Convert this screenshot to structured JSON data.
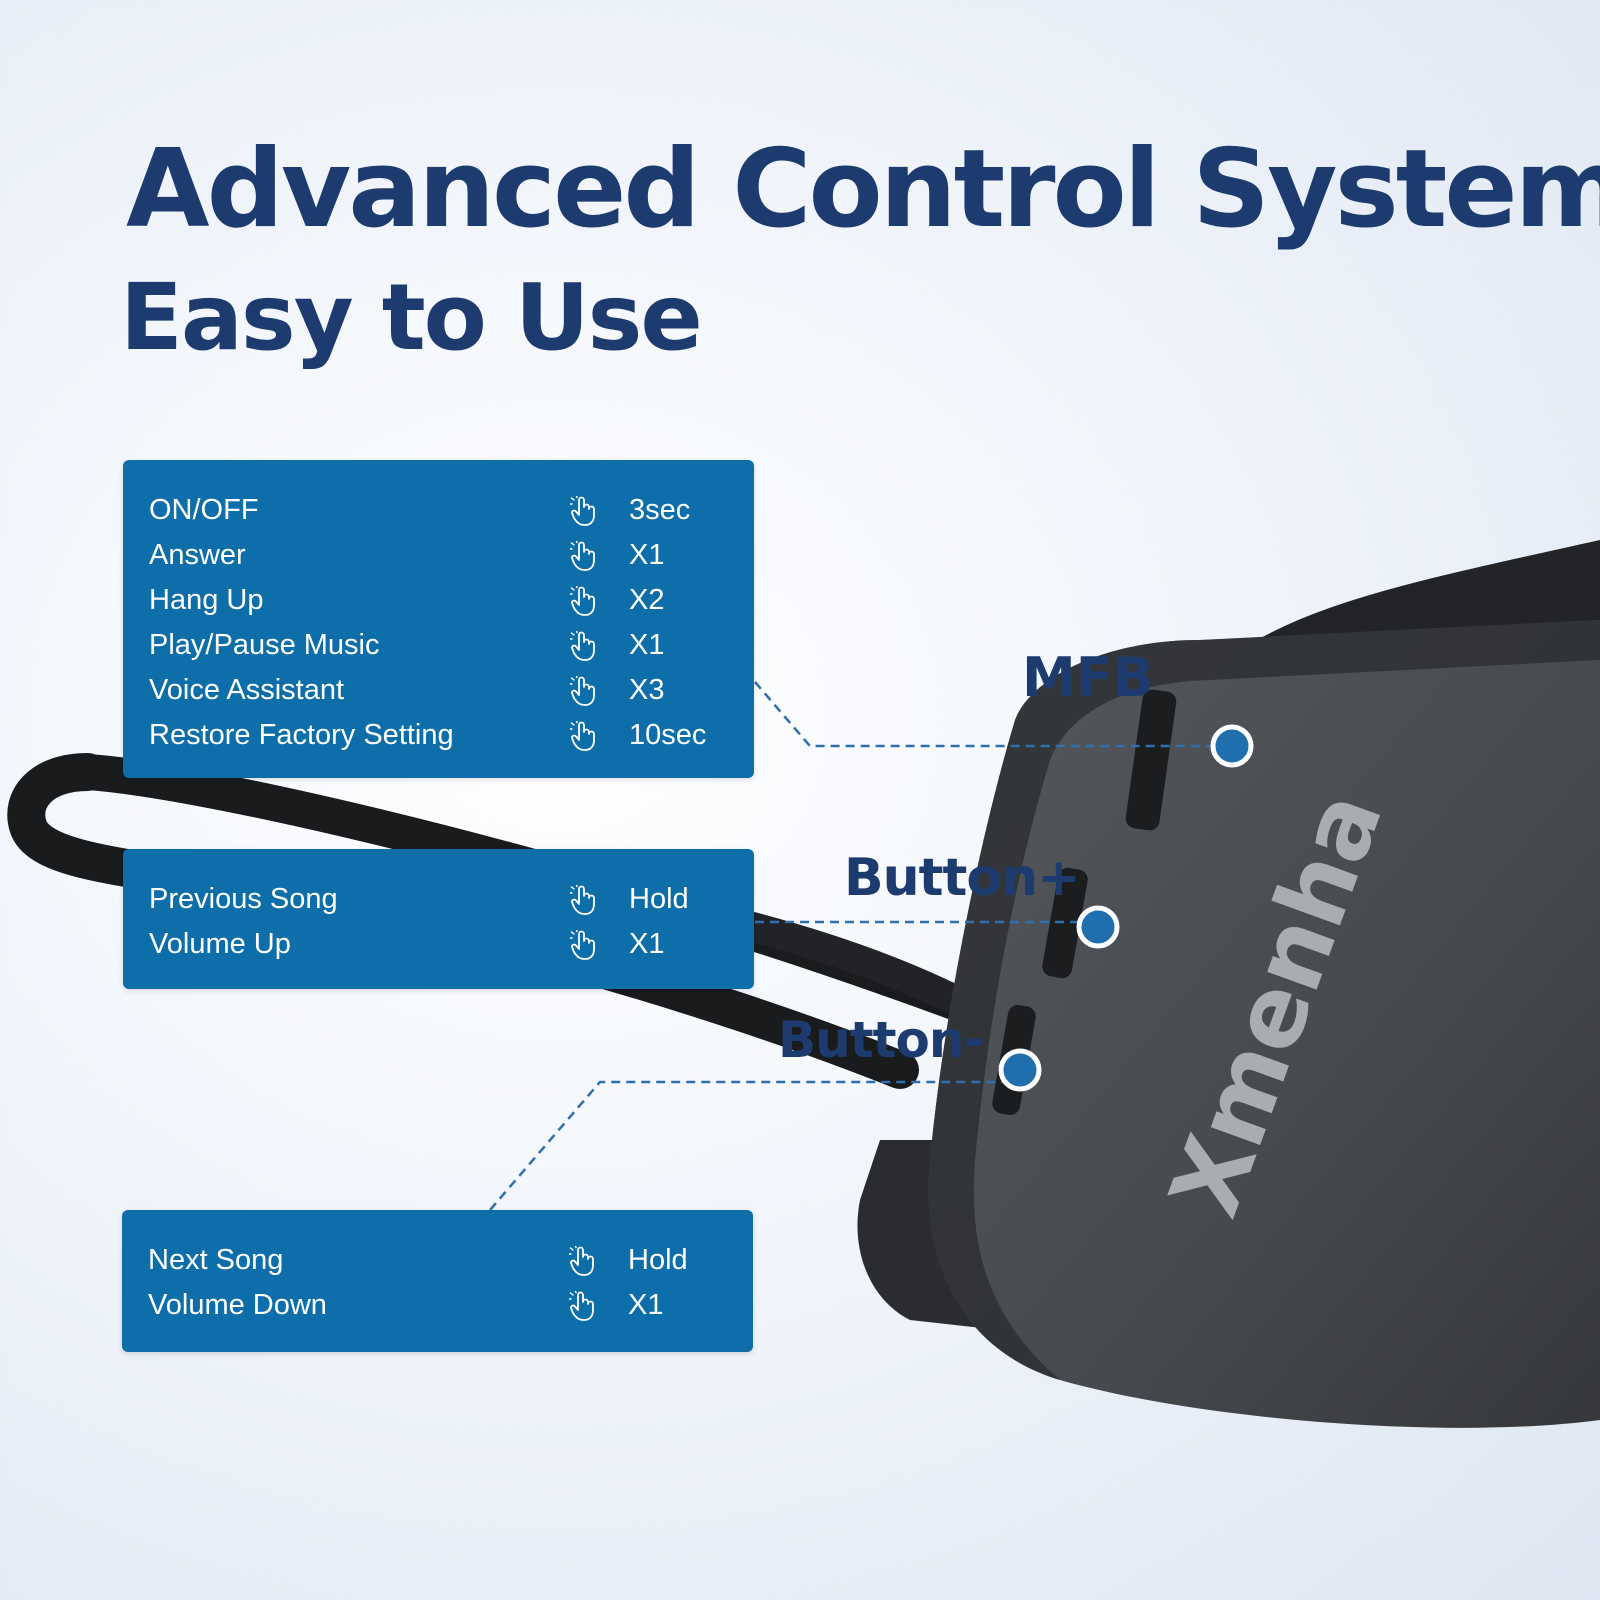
{
  "headline": {
    "title": "Advanced Control System",
    "subtitle": "Easy to Use"
  },
  "brand": "Xmenha",
  "colors": {
    "navy": "#1d3b6e",
    "panel_blue": "#0d6eaa",
    "device_body": "#4a4d52",
    "marker": "#1f6fae"
  },
  "icons": {
    "press": "pointing-hand-icon"
  },
  "controls": {
    "mfb": {
      "label": "MFB",
      "functions": [
        {
          "name": "ON/OFF",
          "action": "3sec"
        },
        {
          "name": "Answer",
          "action": "X1"
        },
        {
          "name": "Hang Up",
          "action": "X2"
        },
        {
          "name": "Play/Pause Music",
          "action": "X1"
        },
        {
          "name": "Voice Assistant",
          "action": "X3"
        },
        {
          "name": "Restore Factory Setting",
          "action": "10sec"
        }
      ]
    },
    "plus": {
      "label": "Button+",
      "functions": [
        {
          "name": "Previous Song",
          "action": "Hold"
        },
        {
          "name": "Volume Up",
          "action": "X1"
        }
      ]
    },
    "minus": {
      "label": "Button-",
      "functions": [
        {
          "name": "Next Song",
          "action": "Hold"
        },
        {
          "name": "Volume Down",
          "action": "X1"
        }
      ]
    }
  }
}
